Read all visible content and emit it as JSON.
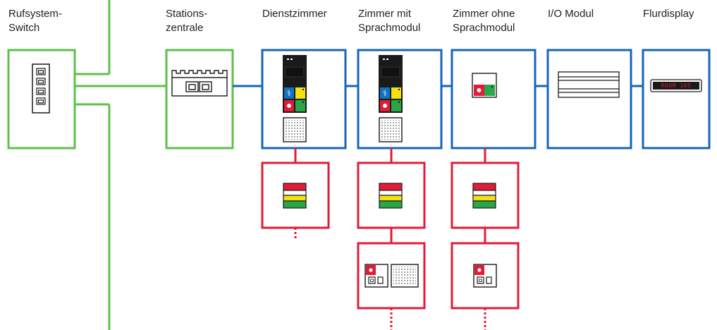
{
  "colors": {
    "switch_green": "#5ec04b",
    "bus_blue": "#1666b8",
    "room_red": "#e21c37",
    "device_black": "#1a1a1a",
    "accent_yellow": "#f4e113",
    "accent_green": "#2aa648",
    "accent_blue": "#1372c7",
    "lamp_white": "#ffffff"
  },
  "columns": [
    {
      "id": "switch",
      "label": "Rufsystem-\nSwitch"
    },
    {
      "id": "station",
      "label": "Stations-\nzentrale"
    },
    {
      "id": "dienst",
      "label": "Dienstzimmer"
    },
    {
      "id": "sprach",
      "label": "Zimmer mit\nSprachmodul"
    },
    {
      "id": "ohne",
      "label": "Zimmer ohne\nSprachmodul"
    },
    {
      "id": "io",
      "label": "I/O Modul"
    },
    {
      "id": "flur",
      "label": "Flurdisplay"
    }
  ],
  "display": {
    "text": "ROOM 105"
  },
  "icons": [
    "ethernet-port-icon",
    "call-terminal-icon",
    "speaker-grille-icon",
    "status-lamp-icon",
    "nurse-call-icon",
    "pull-cord-icon",
    "io-module-icon",
    "led-display-icon"
  ]
}
